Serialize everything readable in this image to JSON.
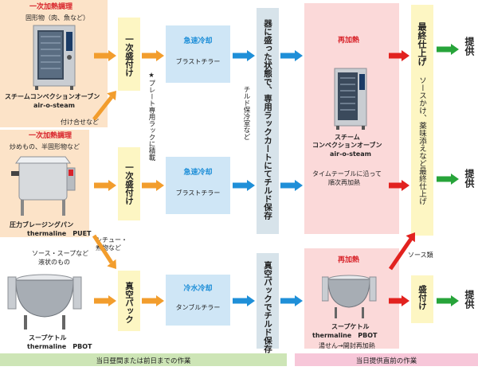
{
  "row1": {
    "category": "一次加熱調理",
    "sub": "固形物（肉、魚など）",
    "machine": "スチームコンベクションオーブン",
    "model": "air-o-steam",
    "note_below": "付け合せなど"
  },
  "row2": {
    "category": "一次加熱調理",
    "sub": "炒めもの、半固形物など",
    "machine": "圧力ブレージングパン",
    "model": "thermaline　PUET",
    "note_right": "シチュー・\n煮物など"
  },
  "row3": {
    "sub1": "ソース・スープなど",
    "sub2": "液状のもの",
    "machine": "スープケトル",
    "model": "thermaline　PBOT"
  },
  "step_plate1": "一次盛付け",
  "step_plate2": "一次盛付け",
  "step_vacuum": "真空パック",
  "plate_rack_note": "★プレート専用ラックに積載",
  "chill1": {
    "title": "急速冷却",
    "sub": "ブラストチラー"
  },
  "chill2": {
    "title": "急速冷却",
    "sub": "ブラストチラー"
  },
  "chill3": {
    "title": "冷水冷却",
    "sub": "タンブルチラー"
  },
  "chilled_room": "チルド保冷室など",
  "store_upper": "器に盛った状態で、専用ラックカートにてチルド保存",
  "store_lower": "真空パックでチルド保存",
  "reheat1": {
    "title": "再加熱",
    "machine": "スチーム",
    "machine2": "コンベクションオーブン",
    "model": "air-o-steam",
    "note1": "タイムテーブルに沿って",
    "note2": "順次再加熱"
  },
  "reheat2": {
    "title": "再加熱",
    "machine": "スープケトル",
    "model": "thermaline　PBOT",
    "note": "湯せん→開封再加熱"
  },
  "final_title": "最終仕上げ",
  "final_sub": "ソースかけ、薬味添えなど最終仕上げ",
  "sauce_label": "ソース類",
  "plate_final": "盛付け",
  "serve1": "提供",
  "serve2": "提供",
  "serve3": "提供",
  "footer_left": "当日昼間または前日までの作業",
  "footer_right": "当日提供直前の作業",
  "colors": {
    "left_panel": "#fce3c8",
    "step_yellow": "#fdf6c3",
    "chill_blue": "#cfe6f6",
    "reheat_pink": "#fbd9d9",
    "arrow_orange": "#f29d2d",
    "arrow_blue": "#1f8fd8",
    "arrow_red": "#e2221f",
    "arrow_green": "#27a43a",
    "footer_green": "#cde5b6",
    "footer_pink": "#f7c7d9"
  }
}
